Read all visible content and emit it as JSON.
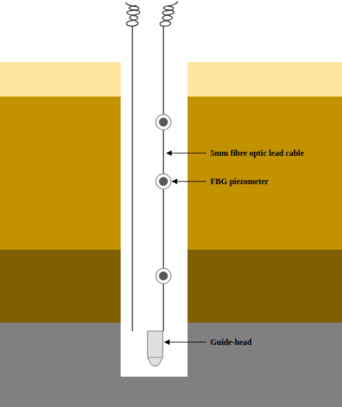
{
  "diagram": {
    "labels": [
      "5mm fibre optic lead cable",
      "FBG piezometer",
      "Guide-head"
    ]
  }
}
